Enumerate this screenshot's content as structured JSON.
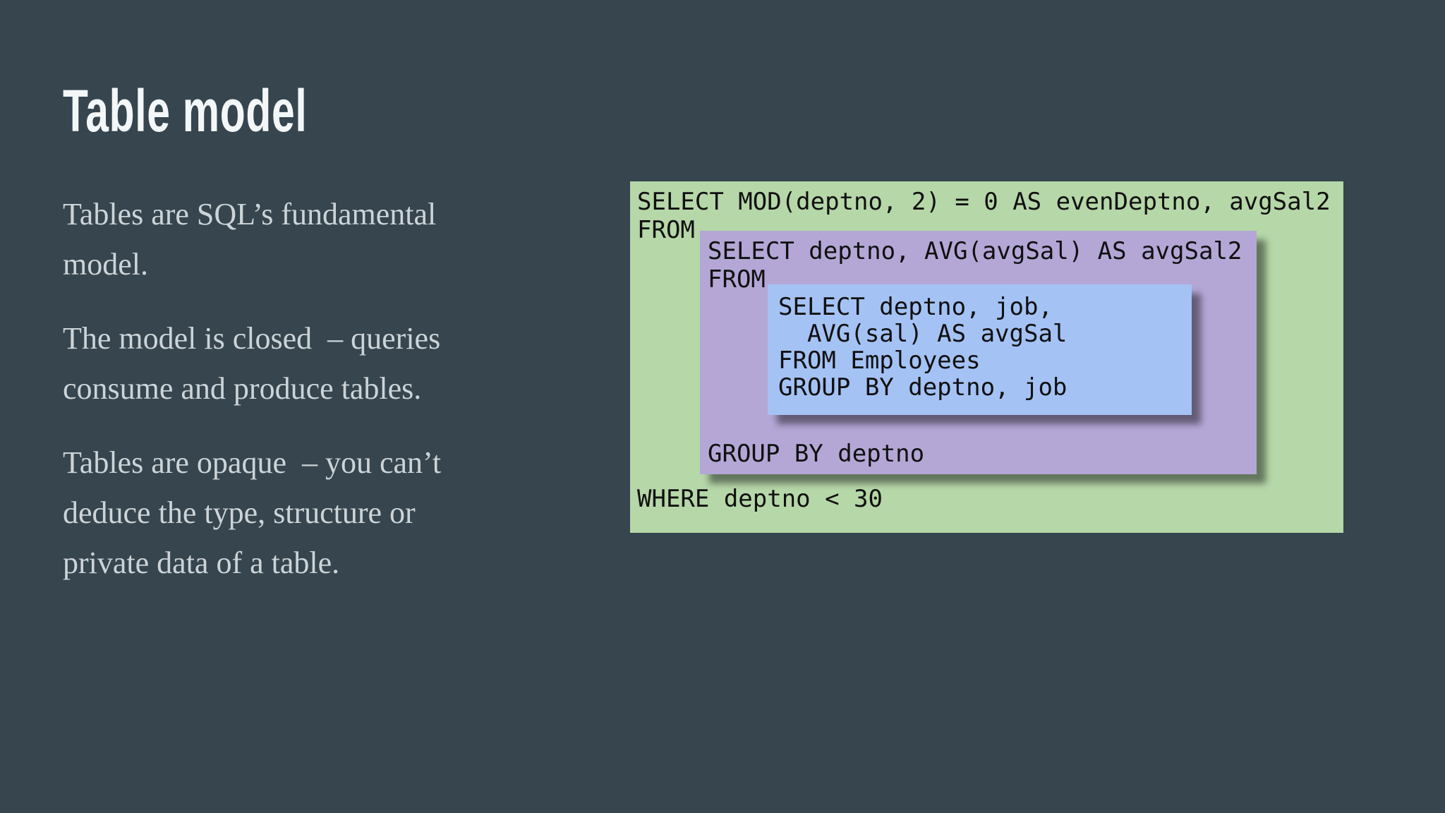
{
  "slide": {
    "title": "Table model",
    "paragraphs": [
      {
        "lines": [
          "Tables are SQL’s fundamental",
          "model."
        ]
      },
      {
        "lines": [
          "The model is closed  – queries",
          "consume and produce tables."
        ]
      },
      {
        "lines": [
          "Tables are opaque  – you can’t",
          "deduce the type, structure or",
          "private data of a table."
        ]
      }
    ]
  },
  "sql": {
    "outer": {
      "line1": "SELECT MOD(deptno, 2) = 0 AS evenDeptno, avgSal2",
      "line2": "FROM",
      "where": "WHERE deptno < 30"
    },
    "middle": {
      "line1": "SELECT deptno, AVG(avgSal) AS avgSal2",
      "line2": "FROM",
      "group_by": "GROUP BY deptno"
    },
    "inner": {
      "lines": [
        "SELECT deptno, job,",
        "  AVG(sal) AS avgSal",
        "FROM Employees",
        "GROUP BY deptno, job"
      ]
    }
  },
  "colors": {
    "background": "#36454e",
    "title_text": "#f3f7f8",
    "body_text": "#ccd4d8",
    "code_text": "#101010",
    "outer_box_green": "#b6d7a8",
    "middle_box_purple": "#b4a7d6",
    "inner_box_blue": "#a4c2f4"
  }
}
